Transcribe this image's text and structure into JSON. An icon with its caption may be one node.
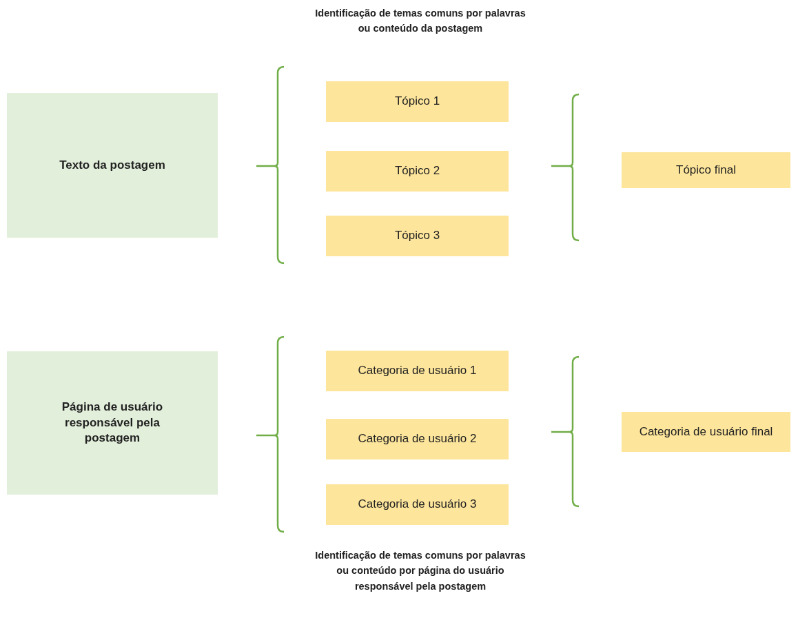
{
  "diagram": {
    "nodes": [
      {
        "text": [
          "Texto da postagem"
        ]
      },
      {
        "text": [
          "Tópico 1"
        ]
      },
      {
        "text": [
          "Tópico 2"
        ]
      },
      {
        "text": [
          "Tópico 3"
        ]
      },
      {
        "text": [
          "Tópico final"
        ]
      },
      {
        "text": [
          "Página de usuário responsável pela postagem"
        ]
      },
      {
        "text": [
          "Categoria de usuário 1"
        ]
      },
      {
        "text": [
          "Categoria de usuário 2"
        ]
      },
      {
        "text": [
          "Categoria de usuário 3"
        ]
      },
      {
        "text": [
          "Categoria de usuário final"
        ]
      }
    ],
    "labels": [
      "Identificação de temas comuns por palavras ou conteúdo da postagem",
      "Identificação de temas comuns por palavras ou conteúdo por página do usuário responsável pela postagem"
    ]
  }
}
